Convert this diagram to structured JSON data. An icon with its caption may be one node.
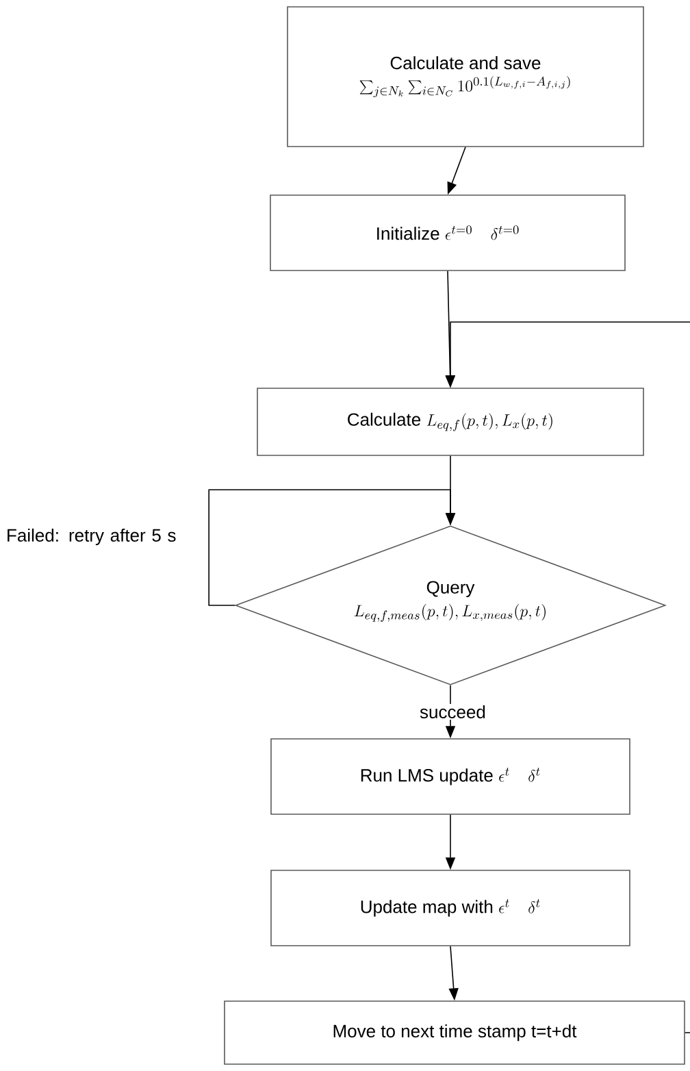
{
  "diagram": {
    "nodes": [
      {
        "text": [
          "Calculate and save",
          "\\sum_{j\\in N_k}\\sum_{i\\in N_C} 10^{0.1(L_{w,f,i}-A_{f,i,j})}"
        ]
      },
      {
        "text": [
          "Initialize",
          "\\epsilon^{t=0}\\quad\\delta^{t=0}"
        ]
      },
      {
        "text": [
          "Calculate",
          "L_{eq,f}(p,t), L_x(p,t)"
        ]
      },
      {
        "text": [
          "Query",
          "L_{eq,f,meas}(p,t), L_{x,meas}(p,t)"
        ]
      },
      {
        "text": [
          "Run LMS update",
          "\\epsilon^{t}\\quad\\delta^{t}"
        ]
      },
      {
        "text": [
          "Update map with",
          "\\epsilon^{t}\\quad\\delta^{t}"
        ]
      },
      {
        "text": [
          "Move to next time stamp t=t+dt"
        ]
      }
    ],
    "edges": [
      {
        "from": 0,
        "to": 1,
        "arrow": "to"
      },
      {
        "from": 1,
        "to": 2,
        "arrow": "to"
      },
      {
        "from": 6,
        "to": 2,
        "arrow": "to"
      },
      {
        "from": 2,
        "to": 3,
        "arrow": "to"
      },
      {
        "from": 3,
        "to": 3,
        "arrow": "to",
        "label": "Failed: retry after 5 s"
      },
      {
        "from": 3,
        "to": 4,
        "arrow": "to",
        "label": "succeed"
      },
      {
        "from": 4,
        "to": 5,
        "arrow": "to"
      },
      {
        "from": 5,
        "to": 6,
        "arrow": "to"
      }
    ]
  }
}
